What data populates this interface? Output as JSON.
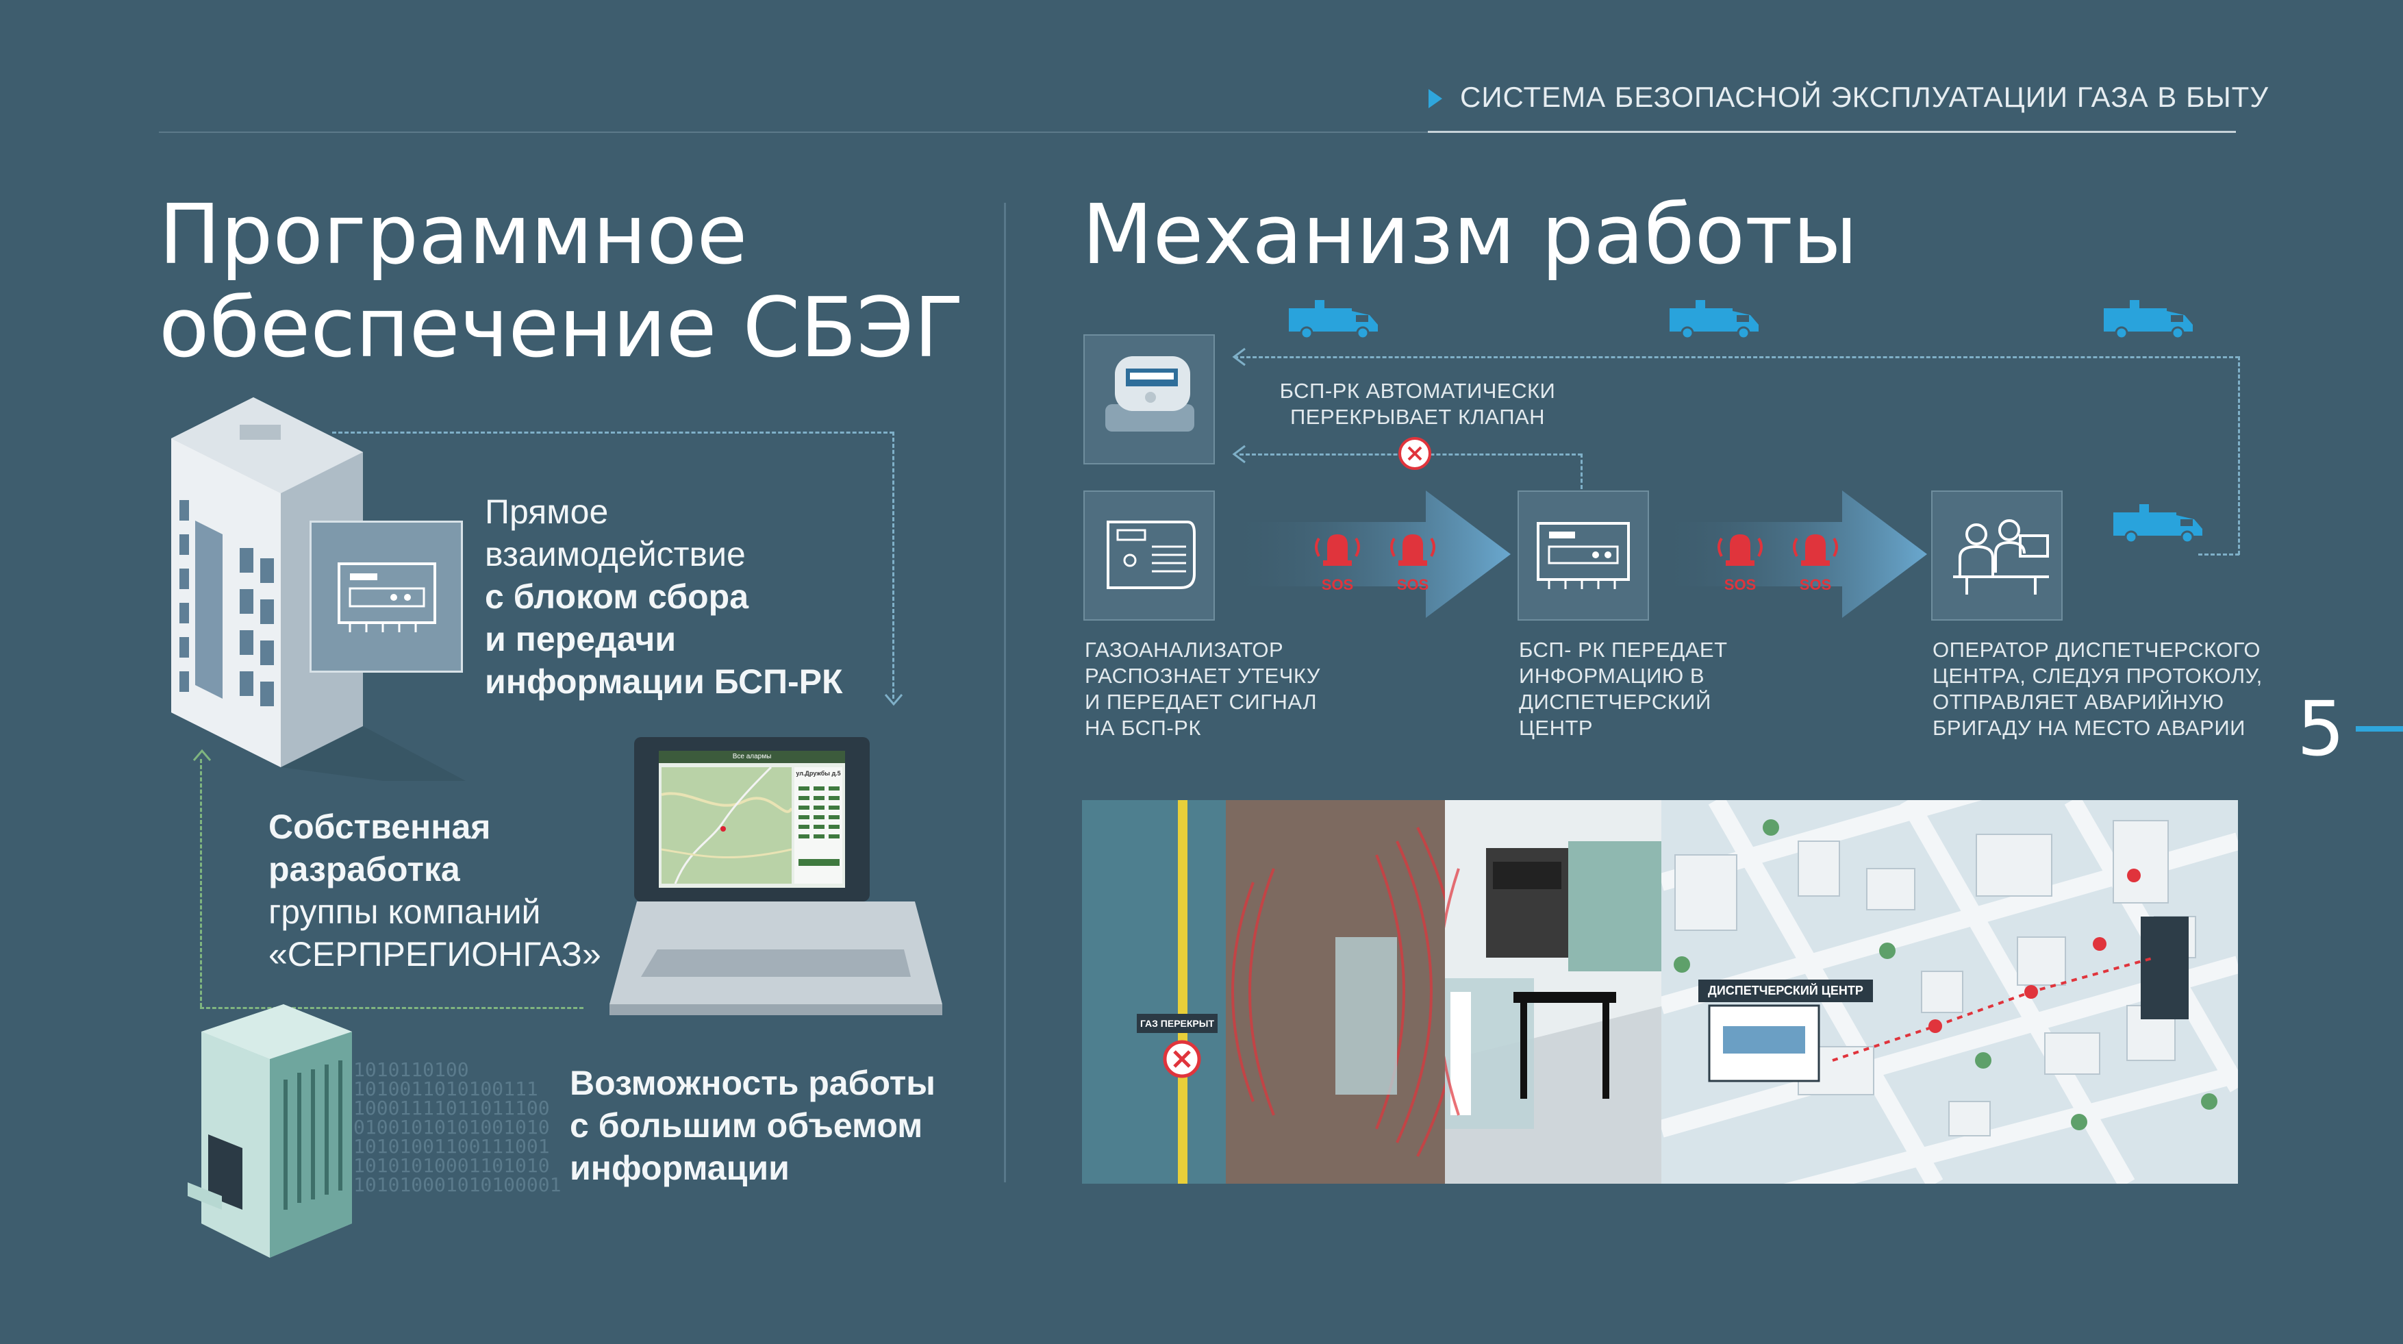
{
  "header": {
    "section_title": "СИСТЕМА БЕЗОПАСНОЙ ЭКСПЛУАТАЦИИ ГАЗА В БЫТУ"
  },
  "left": {
    "title_line1": "Программное",
    "title_line2": "обеспечение СБЭГ",
    "feature1": {
      "line1": "Прямое",
      "line2": "взаимодействие",
      "line3": "с блоком сбора",
      "line4": "и передачи",
      "line5": "информации БСП-РК"
    },
    "feature2": {
      "line1": "Собственная",
      "line2": "разработка",
      "line3": "группы компаний",
      "line4": "«СЕРПРЕГИОНГАЗ»"
    },
    "feature3": {
      "line1": "Возможность работы",
      "line2": "с большим объемом",
      "line3": "информации"
    },
    "laptop_screen": {
      "header": "Все алармы",
      "panel_title": "ул.Дружбы д.5"
    },
    "binary_text": "1010110100\n1010011010100111\n10001111011011100\n01001010101001010\n10101001100111001\n10101010001101010\n101010001010100001"
  },
  "right": {
    "title": "Механизм работы",
    "valve_note_line1": "БСП-РК АВТОМАТИЧЕСКИ",
    "valve_note_line2": "ПЕРЕКРЫВАЕТ КЛАПАН",
    "steps": [
      {
        "lines": [
          "ГАЗОАНАЛИЗАТОР",
          "РАСПОЗНАЕТ УТЕЧКУ",
          "И ПЕРЕДАЕТ СИГНАЛ",
          "НА БСП-РК"
        ]
      },
      {
        "lines": [
          "БСП- РК ПЕРЕДАЕТ",
          "ИНФОРМАЦИЮ В",
          "ДИСПЕТЧЕРСКИЙ",
          "ЦЕНТР"
        ]
      },
      {
        "lines": [
          "ОПЕРАТОР ДИСПЕТЧЕРСКОГО",
          "ЦЕНТРА, СЛЕДУЯ ПРОТОКОЛУ,",
          "ОТПРАВЛЯЕТ АВАРИЙНУЮ",
          "БРИГАДУ НА МЕСТО АВАРИИ"
        ]
      }
    ],
    "sos_label": "SOS",
    "illustration": {
      "gas_closed_label": "ГАЗ ПЕРЕКРЫТ",
      "dispatch_label": "ДИСПЕТЧЕРСКИЙ ЦЕНТР"
    }
  },
  "page_number": "5",
  "colors": {
    "background": "#3e5d6e",
    "accent_blue": "#2fa6dc",
    "alarm_red": "#e0343c"
  }
}
